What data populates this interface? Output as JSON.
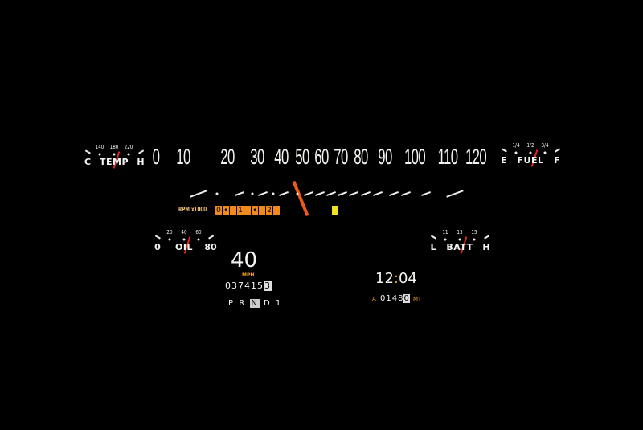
{
  "speedometer": {
    "labels": [
      "0",
      "10",
      "20",
      "30",
      "40",
      "50",
      "60",
      "70",
      "80",
      "90",
      "100",
      "110",
      "120"
    ],
    "needle_value_mph": 40,
    "needle_color": "#f05a14"
  },
  "temp_gauge": {
    "label": "TEMP",
    "low": "C",
    "high": "H",
    "ticks": [
      "140",
      "180",
      "220"
    ]
  },
  "fuel_gauge": {
    "label": "FUEL",
    "low": "E",
    "high": "F",
    "ticks": [
      "1/4",
      "1/2",
      "3/4"
    ]
  },
  "oil_gauge": {
    "label": "OIL",
    "low": "0",
    "high": "80",
    "ticks": [
      "20",
      "40",
      "60"
    ]
  },
  "batt_gauge": {
    "label": "BATT",
    "low": "L",
    "high": "H",
    "ticks": [
      "11",
      "13",
      "15"
    ]
  },
  "tach": {
    "label": "RPM x1000",
    "segments": [
      "0",
      "•",
      "",
      "1",
      "",
      "•",
      "",
      "2",
      ""
    ],
    "accent": "#f08a1c",
    "indicator_color": "#f2e21a"
  },
  "digital_speed": {
    "value": "40",
    "unit": "MPH"
  },
  "odometer": {
    "value": "037415",
    "tenth": "3"
  },
  "gear": {
    "positions": [
      "P",
      "R",
      "N",
      "D",
      "1"
    ],
    "selected": "N"
  },
  "clock": {
    "hours": "12",
    "minutes": "04"
  },
  "trip": {
    "label": "A",
    "value": "0148",
    "tenth": "0",
    "unit": "MI"
  },
  "colors": {
    "needle": "#e3261b",
    "amber": "#f0a020"
  }
}
